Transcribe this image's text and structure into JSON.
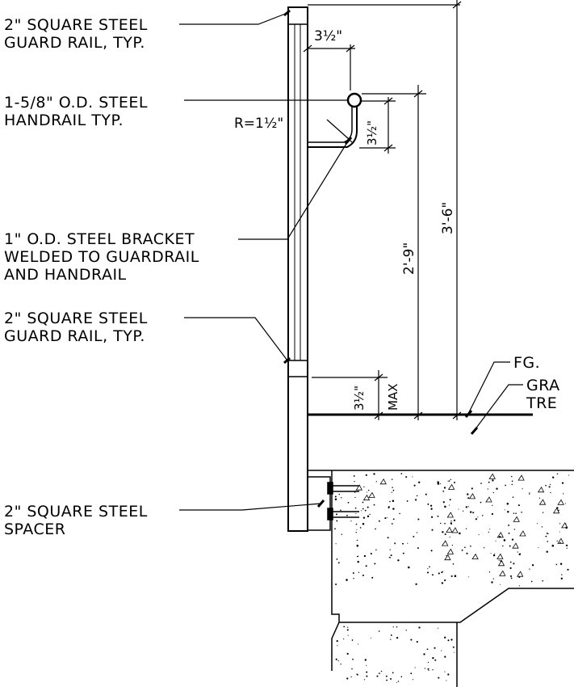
{
  "callouts": {
    "guard_rail_top": {
      "line1": "2\" SQUARE STEEL",
      "line2": "GUARD RAIL, TYP."
    },
    "handrail": {
      "line1": "1-5/8\" O.D. STEEL",
      "line2": "HANDRAIL TYP."
    },
    "bracket": {
      "line1": "1\" O.D. STEEL BRACKET",
      "line2": "WELDED TO GUARDRAIL",
      "line3": "AND HANDRAIL"
    },
    "guard_rail_bottom": {
      "line1": "2\" SQUARE STEEL",
      "line2": "GUARD RAIL, TYP."
    },
    "spacer": {
      "line1": "2\" SQUARE STEEL",
      "line2": "SPACER"
    },
    "finish_grade": "FG.",
    "grade_partial": {
      "line1": "GRA",
      "line2": "TRE"
    }
  },
  "dimensions": {
    "handrail_offset": "3½\"",
    "radius": "R=1½\"",
    "handrail_drop": "3½\"",
    "handrail_height": "2'-9\"",
    "guard_height": "3'-6\"",
    "bottom_gap": "3½\"",
    "bottom_gap_note": "MAX"
  }
}
